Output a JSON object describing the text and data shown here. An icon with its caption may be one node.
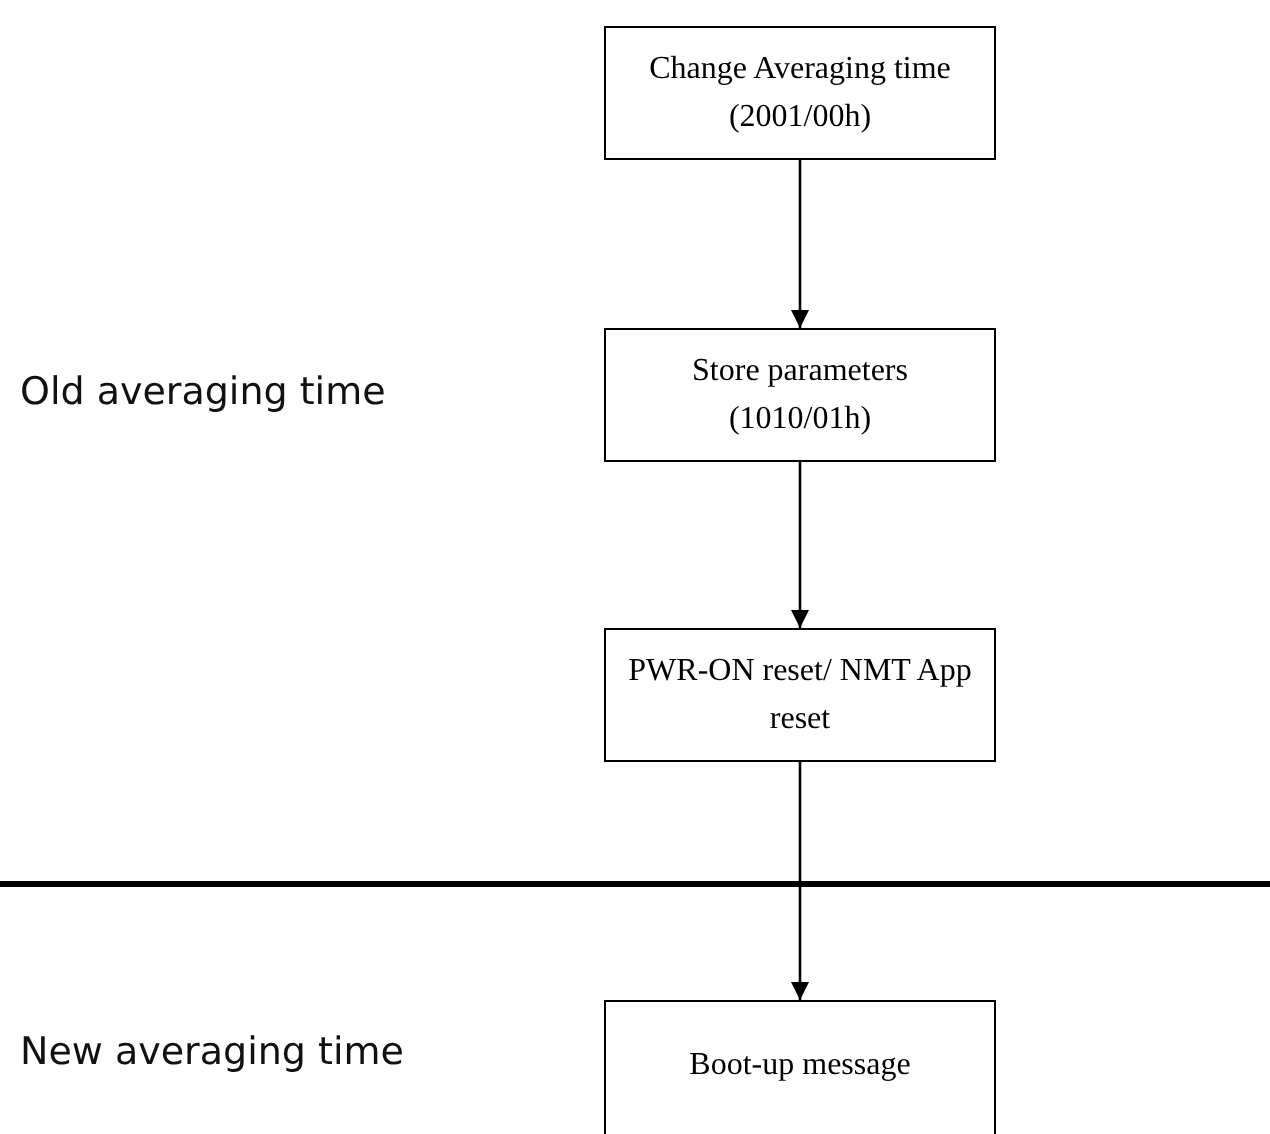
{
  "diagram": {
    "nodes": [
      {
        "text": [
          "Change Averaging time (2001/00h)"
        ]
      },
      {
        "text": [
          "Store parameters (1010/01h)"
        ]
      },
      {
        "text": [
          "PWR-ON reset/ NMT App reset"
        ]
      },
      {
        "text": [
          "Boot-up message"
        ]
      }
    ],
    "edges": [
      {
        "from": 0,
        "to": 1,
        "arrow": "to"
      },
      {
        "from": 1,
        "to": 2,
        "arrow": "to"
      },
      {
        "from": 2,
        "to": 3,
        "arrow": "to"
      }
    ],
    "labels": [
      "Old averaging time",
      "New averaging time"
    ]
  }
}
